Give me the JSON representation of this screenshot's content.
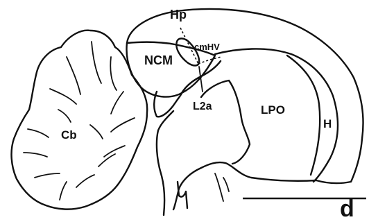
{
  "labels": {
    "hp": "Hp",
    "cmhv": "cmHV",
    "ncm": "NCM",
    "l2a": "L2a",
    "lpo": "LPO",
    "h": "H",
    "cb": "Cb",
    "panel": "d"
  }
}
